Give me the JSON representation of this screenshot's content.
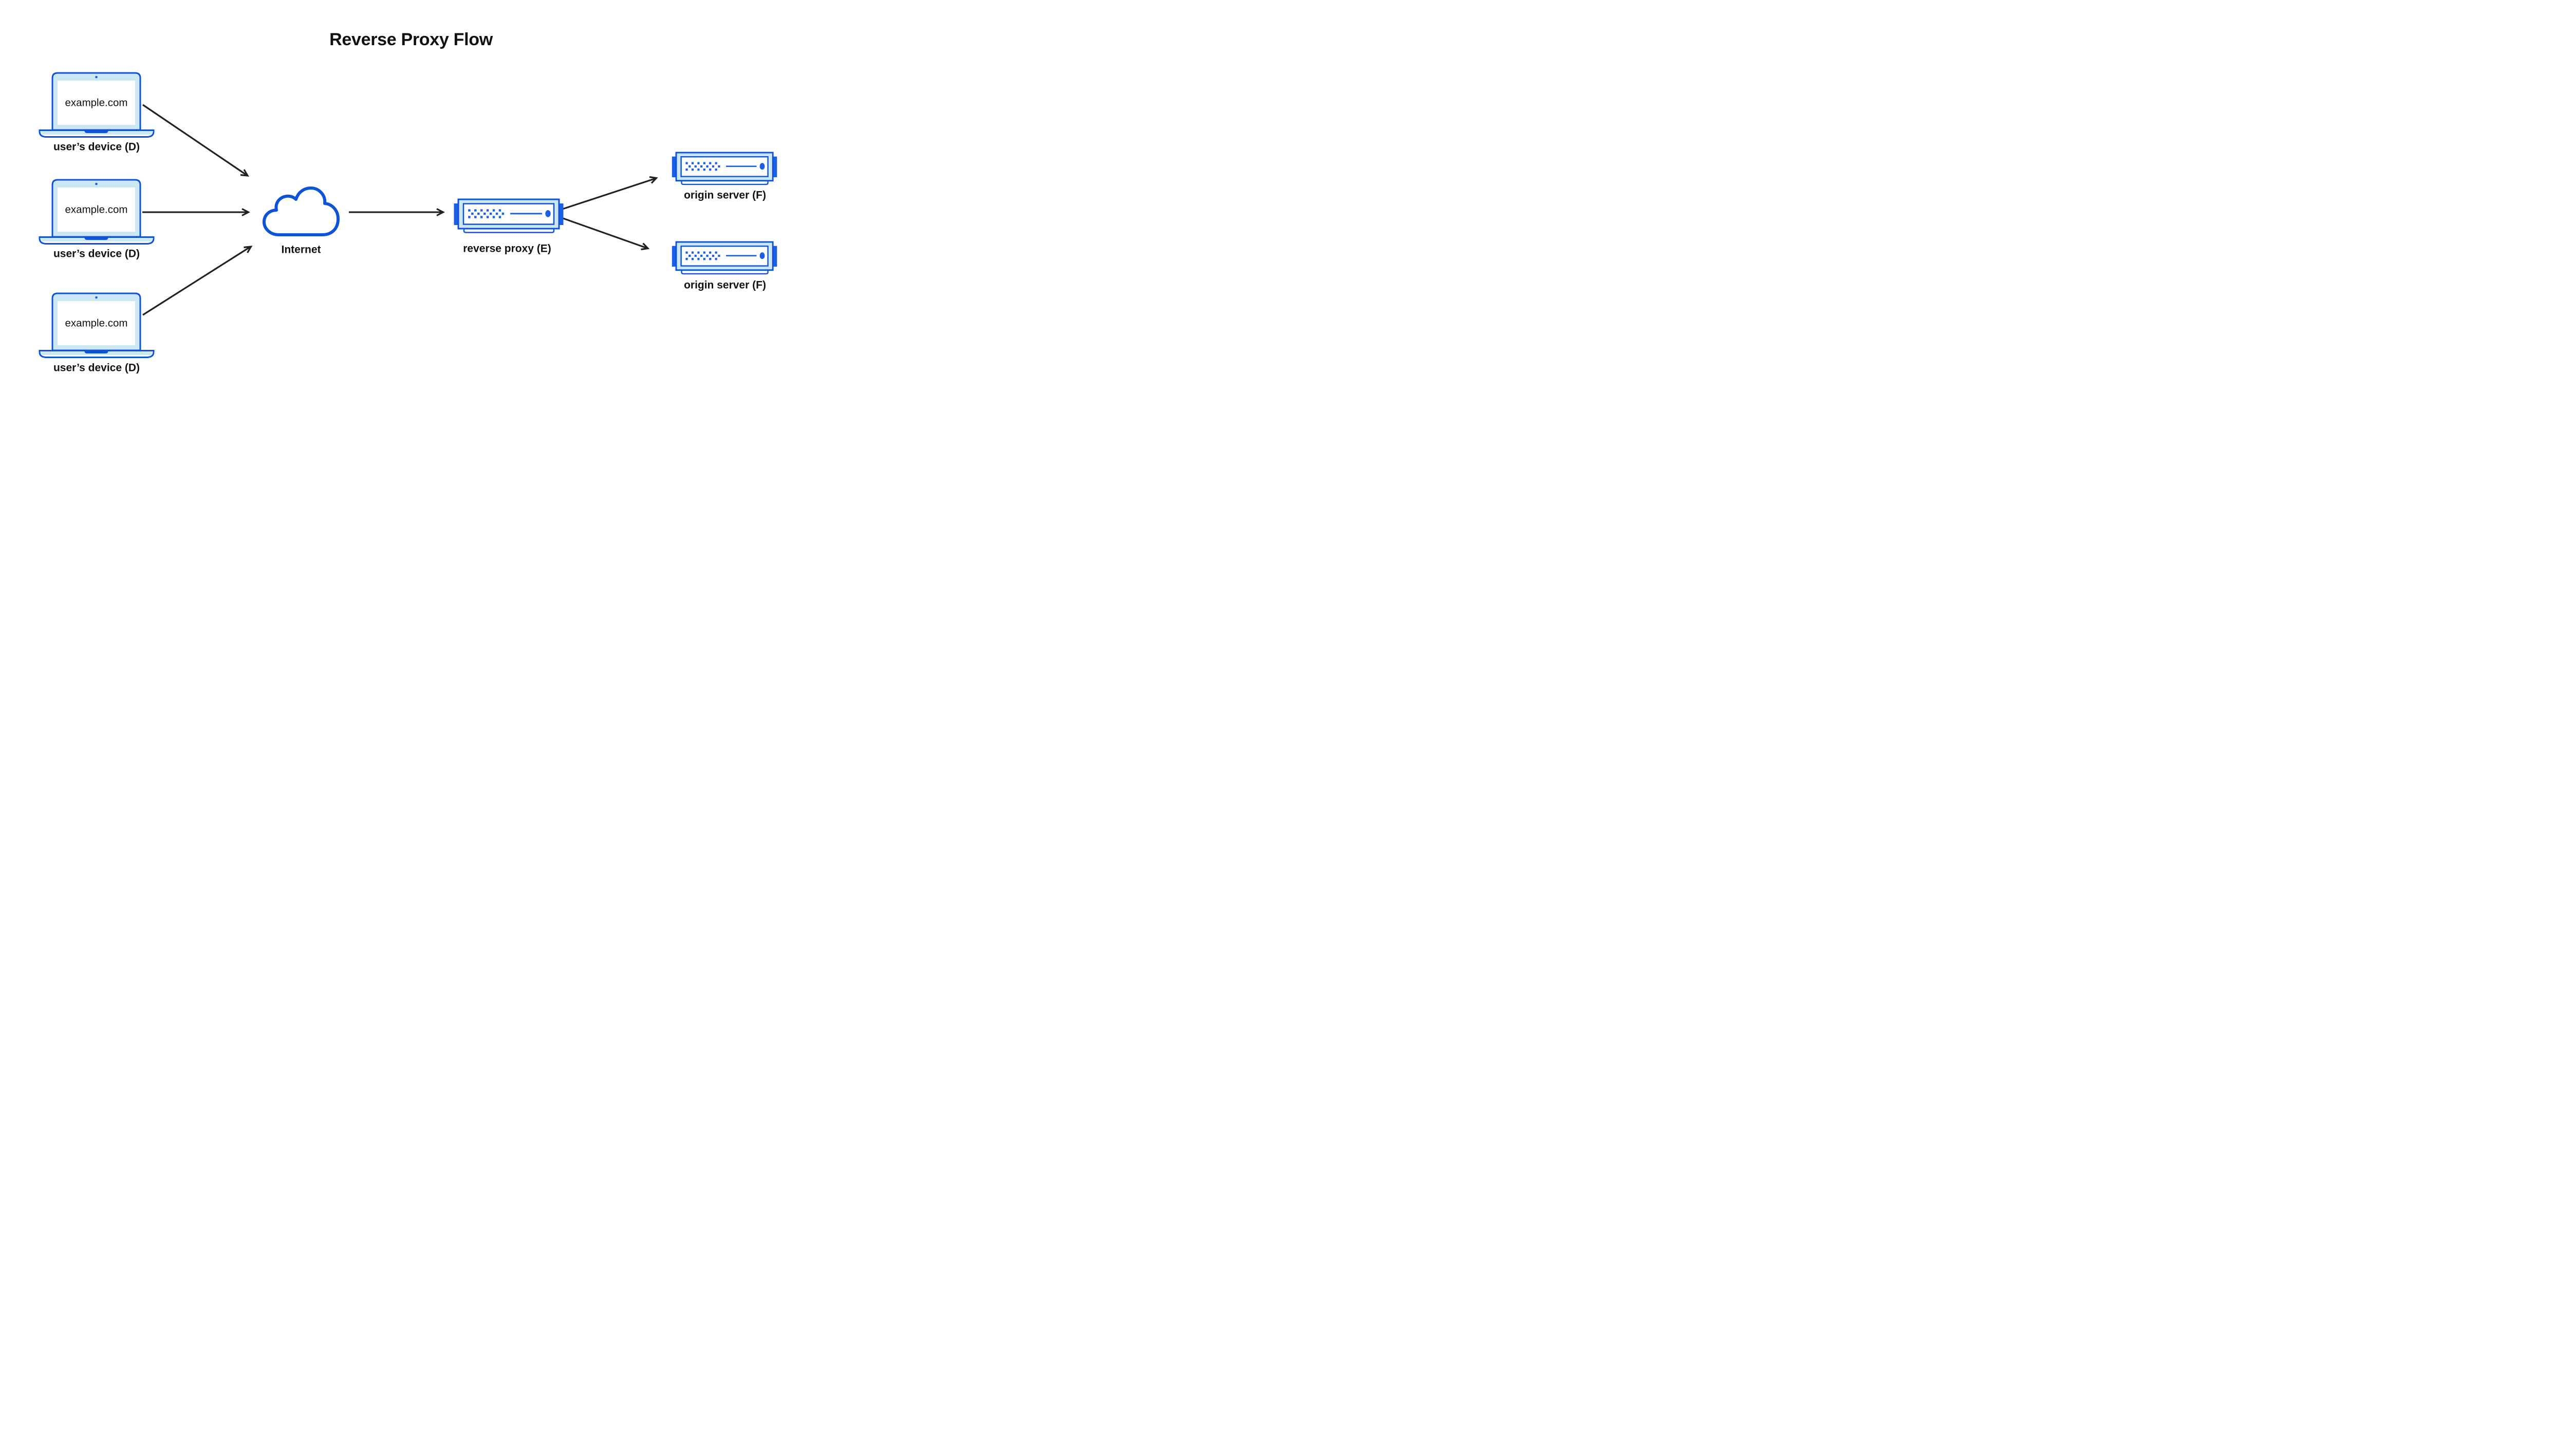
{
  "title": "Reverse Proxy Flow",
  "colors": {
    "blue": "#0d53d7",
    "blue_bright": "#1a5fe6",
    "light_blue": "#cbe7f4",
    "ink": "#202124",
    "text": "#101114"
  },
  "icons": {
    "device": "laptop-icon",
    "internet": "cloud-icon",
    "reverse_proxy": "server-icon",
    "origin_server": "server-icon",
    "connector": "arrow-icon"
  },
  "nodes": {
    "devices": [
      {
        "id": "device-1",
        "screen_text": "example.com",
        "label": "user’s device (D)"
      },
      {
        "id": "device-2",
        "screen_text": "example.com",
        "label": "user’s device (D)"
      },
      {
        "id": "device-3",
        "screen_text": "example.com",
        "label": "user’s device (D)"
      }
    ],
    "internet": {
      "id": "internet",
      "label": "Internet"
    },
    "reverse_proxy": {
      "id": "reverse-proxy",
      "label": "reverse proxy (E)"
    },
    "origin_servers": [
      {
        "id": "origin-server-1",
        "label": "origin server (F)"
      },
      {
        "id": "origin-server-2",
        "label": "origin server (F)"
      }
    ]
  },
  "edges": [
    {
      "from": "device-1",
      "to": "internet"
    },
    {
      "from": "device-2",
      "to": "internet"
    },
    {
      "from": "device-3",
      "to": "internet"
    },
    {
      "from": "internet",
      "to": "reverse-proxy"
    },
    {
      "from": "reverse-proxy",
      "to": "origin-server-1"
    },
    {
      "from": "reverse-proxy",
      "to": "origin-server-2"
    }
  ]
}
